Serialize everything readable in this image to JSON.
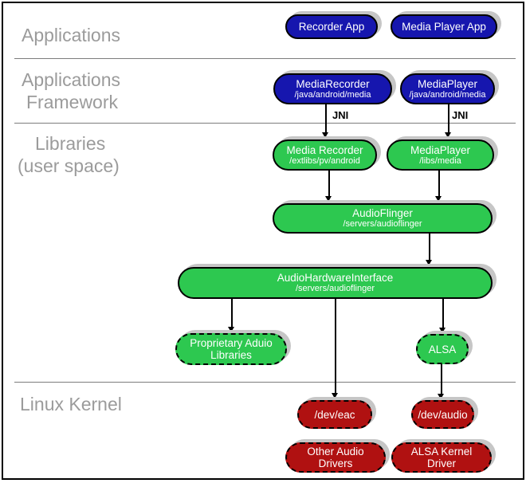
{
  "sections": {
    "applications": {
      "line1": "Applications"
    },
    "framework": {
      "line1": "Applications",
      "line2": "Framework"
    },
    "libraries": {
      "line1": "Libraries",
      "line2": "(user space)"
    },
    "kernel": {
      "line1": "Linux Kernel"
    }
  },
  "annotations": {
    "jni_left": "JNI",
    "jni_right": "JNI"
  },
  "nodes": {
    "recorder_app": {
      "title": "Recorder App"
    },
    "media_player_app": {
      "title": "Media Player App"
    },
    "media_recorder_fw": {
      "title": "MediaRecorder",
      "subtitle": "/java/android/media"
    },
    "media_player_fw": {
      "title": "MediaPlayer",
      "subtitle": "/java/android/media"
    },
    "media_recorder_lib": {
      "title": "Media Recorder",
      "subtitle": "/extlibs/pv/android"
    },
    "media_player_lib": {
      "title": "MediaPlayer",
      "subtitle": "/libs/media"
    },
    "audio_flinger": {
      "title": "AudioFlinger",
      "subtitle": "/servers/audioflinger"
    },
    "audio_hardware_interface": {
      "title": "AudioHardwareInterface",
      "subtitle": "/servers/audioflinger"
    },
    "proprietary_audio_libraries": {
      "title": "Proprietary Aduio Libraries"
    },
    "alsa": {
      "title": "ALSA"
    },
    "dev_eac": {
      "title": "/dev/eac"
    },
    "dev_audio": {
      "title": "/dev/audio"
    },
    "other_audio_drivers": {
      "title": "Other Audio Drivers"
    },
    "alsa_kernel_driver": {
      "title": "ALSA Kernel Driver"
    }
  },
  "colors": {
    "app_blue": "#1616ae",
    "lib_green": "#2dc850",
    "kernel_red": "#b01111",
    "shadow_gray": "#c6c6c6",
    "section_label_gray": "#9b9b9b",
    "divider_gray": "#7d7d7d",
    "border_black": "#000000"
  }
}
